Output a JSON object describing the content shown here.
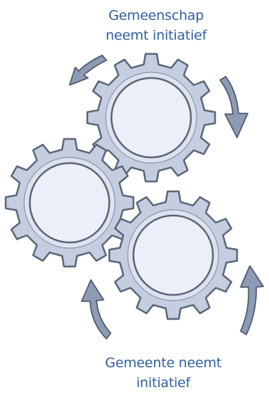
{
  "labels": {
    "top": [
      "Gemeenschap",
      "neemt initiatief"
    ],
    "bottom": [
      "Gemeente neemt",
      "initiatief"
    ]
  },
  "colors": {
    "text": "#2f5fa0",
    "gear_fill": "#eceff7",
    "gear_shade": "#c5cde0",
    "gear_outline": "#5a6678",
    "arrow_fill": "#8d9bb5",
    "arrow_outline": "#4f5b6e"
  },
  "icons": [
    "gear-icon",
    "curved-arrow-icon"
  ]
}
